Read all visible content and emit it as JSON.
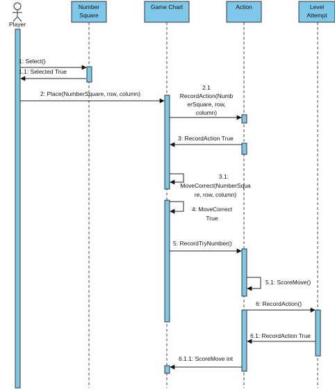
{
  "actor": {
    "label": "Player",
    "icon": "stick-figure-icon"
  },
  "participants": [
    {
      "id": "number-square",
      "lines": [
        "Number",
        "Square"
      ]
    },
    {
      "id": "game-chart",
      "lines": [
        "Game Chart"
      ]
    },
    {
      "id": "action",
      "lines": [
        "Action"
      ]
    },
    {
      "id": "level-attempt",
      "lines": [
        "Level",
        "Attempt"
      ]
    }
  ],
  "messages": [
    {
      "id": "m1",
      "lines": [
        "1: Select()"
      ]
    },
    {
      "id": "m1-1",
      "lines": [
        "1.1: Selected True"
      ]
    },
    {
      "id": "m2",
      "lines": [
        "2: Place(NumberSquare, row, column)"
      ]
    },
    {
      "id": "m2-1",
      "lines": [
        "2.1",
        "RecordAction(Numb",
        "erSquare, row,",
        "column)"
      ]
    },
    {
      "id": "m3",
      "lines": [
        "3: RecordAction True"
      ]
    },
    {
      "id": "m3-1",
      "lines": [
        "3.1:",
        "MoveCorrect(NumberSqua",
        "re, row, column)"
      ]
    },
    {
      "id": "m4",
      "lines": [
        "4: MoveCorrect",
        "True"
      ]
    },
    {
      "id": "m5",
      "lines": [
        "5: RecordTryNumber()"
      ]
    },
    {
      "id": "m5-1",
      "lines": [
        "5.1: ScoreMove()"
      ]
    },
    {
      "id": "m6",
      "lines": [
        "6: RecordAction()"
      ]
    },
    {
      "id": "m6-1",
      "lines": [
        "6.1: RecordAction True"
      ]
    },
    {
      "id": "m6-1-1",
      "lines": [
        "6.1.1: ScoreMove int"
      ]
    }
  ],
  "colors": {
    "fill": "#7fc7e8",
    "stroke": "#333333"
  }
}
